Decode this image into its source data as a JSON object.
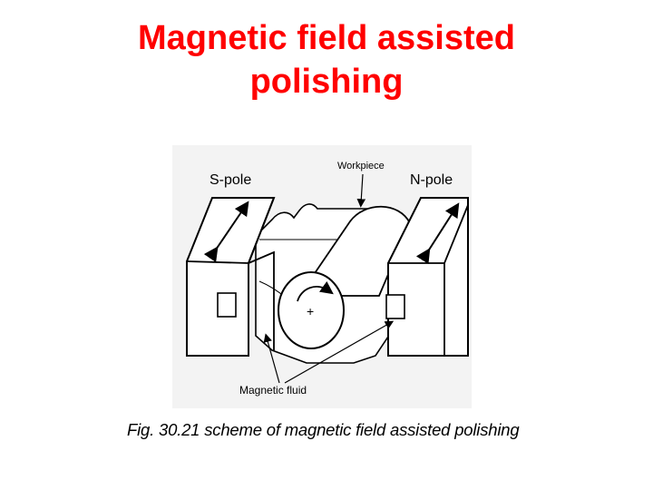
{
  "title": {
    "line1": "Magnetic field assisted",
    "line2": "polishing"
  },
  "diagram": {
    "labels": {
      "s_pole": "S-pole",
      "n_pole": "N-pole",
      "workpiece": "Workpiece",
      "magnetic_fluid": "Magnetic fluid",
      "center_mark": "+"
    },
    "caption": "Fig. 30.21 scheme of magnetic field assisted polishing"
  },
  "colors": {
    "title": "#ff0000",
    "line": "#000000",
    "paper": "#f2f2f2"
  }
}
